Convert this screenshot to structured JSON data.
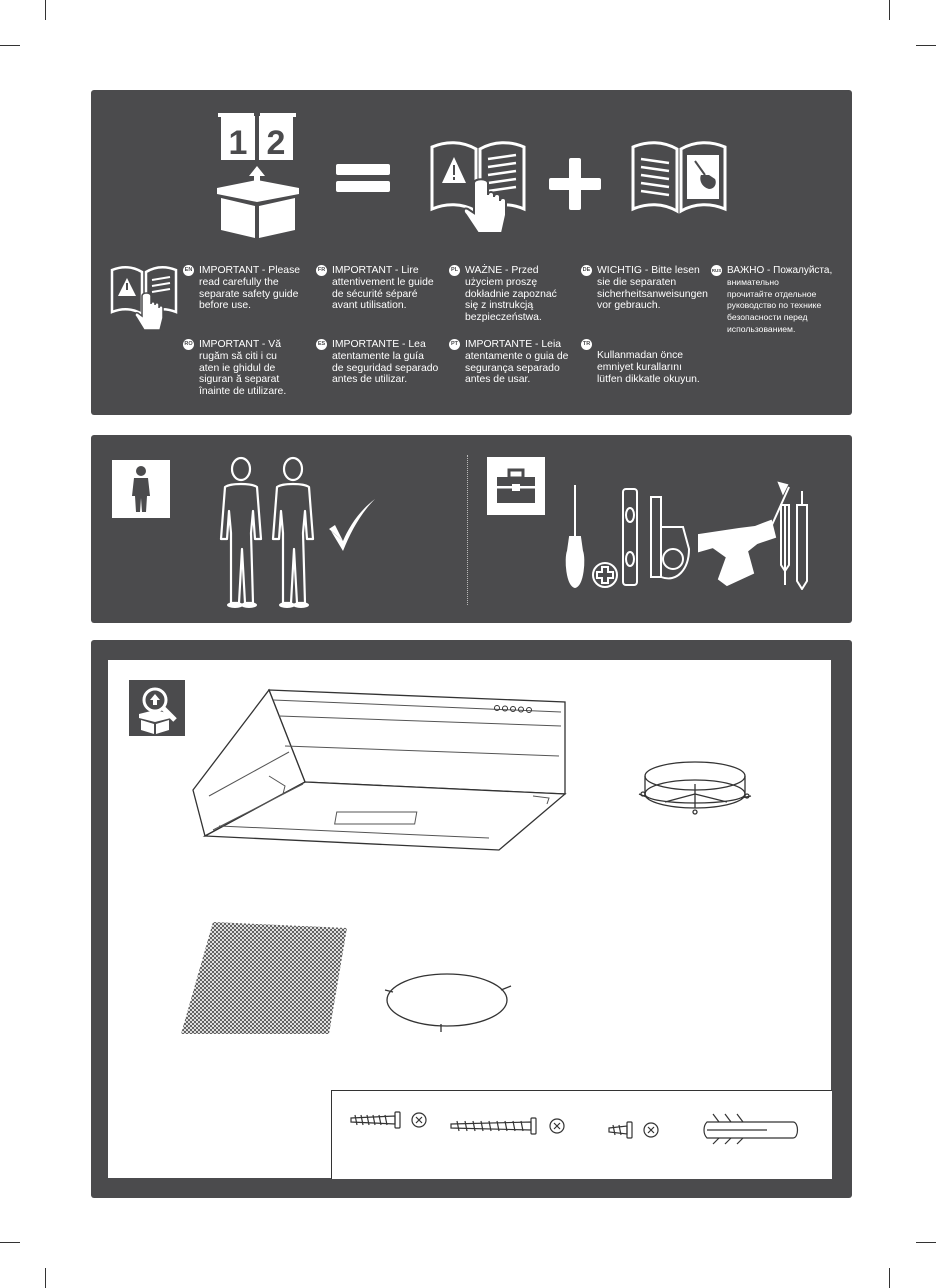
{
  "safety_notes": [
    {
      "code": "EN",
      "lead": "IMPORTANT - Please",
      "rest": "read carefully the\nseparate safety guide\nbefore use."
    },
    {
      "code": "FR",
      "lead": "IMPORTANT - Lire",
      "rest": "attentivement le guide\nde sécurité séparé\navant utilisation."
    },
    {
      "code": "PL",
      "lead": "WAŻNE - Przed",
      "rest": "użyciem proszę\ndokładnie zapoznać\nsię z instrukcją\nbezpieczeństwa."
    },
    {
      "code": "DE",
      "lead": "WICHTIG - Bitte lesen",
      "rest": "sie die separaten\nsicherheitsanweisungen\nvor gebrauch."
    },
    {
      "code": "RUS",
      "lead": "ВАЖНО - Пожалуйста,",
      "rest": "внимательно\nпрочитайте отдельное\nруководство по технике\nбезопасности перед\nиспользованием."
    },
    {
      "code": "RO",
      "lead": "IMPORTANT - Vă",
      "rest": "rugăm să citi i cu\naten ie ghidul de\nsiguran ă separat\nînainte de utilizare."
    },
    {
      "code": "ES",
      "lead": "IMPORTANTE - Lea",
      "rest": "atentamente la guía\nde seguridad separado\nantes de utilizar."
    },
    {
      "code": "PT",
      "lead": "IMPORTANTE - Leia",
      "rest": "atentamente o guia de\nsegurança separado\nantes de usar."
    },
    {
      "code": "TR",
      "lead": "",
      "rest": "Kullanmadan önce\nemniyet kurallarını\nlütfen dikkatle okuyun."
    }
  ],
  "manual_numbers": [
    "1",
    "2"
  ],
  "icons": {
    "step_one": "two-manuals-box-icon",
    "equals": "equals-icon",
    "plus": "plus-icon",
    "safety_guide": "safety-guide-icon",
    "install_guide": "install-guide-icon",
    "two_persons": "two-persons-icon",
    "tools": "toolbox-icon",
    "unpack": "unpack-inspect-icon"
  },
  "colors": {
    "panel": "#4b4b4d",
    "ink": "#ffffff"
  }
}
